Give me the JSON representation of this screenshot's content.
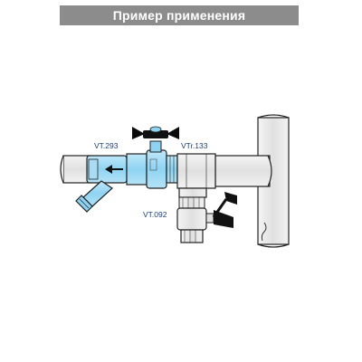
{
  "header": {
    "title": "Пример применения"
  },
  "diagram": {
    "labels": {
      "valve_main": "VT.293",
      "tee": "VTr.133",
      "valve_branch": "VT.092"
    },
    "colors": {
      "header_bg": "#8c8c8c",
      "pipe_fill": "#e6e6e6",
      "pipe_outline": "#222222",
      "fitting_blue": "#8fd3f2",
      "label_text": "#1d3f7a"
    },
    "icons": [
      "flow-direction-arrow-icon",
      "butterfly-handle-icon"
    ]
  }
}
